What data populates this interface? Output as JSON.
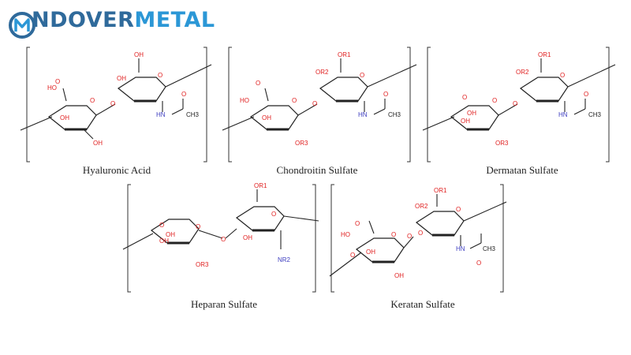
{
  "brand": {
    "logo_icon": "nm-monogram-circle-icon",
    "name_part1": "NDOVER",
    "name_part2": "METAL",
    "primary_color": "#2f6a9b",
    "accent_color": "#2b97d6"
  },
  "structures": [
    {
      "name": "Hyaluronic Acid"
    },
    {
      "name": "Chondroitin Sulfate"
    },
    {
      "name": "Dermatan Sulfate"
    },
    {
      "name": "Heparan Sulfate"
    },
    {
      "name": "Keratan Sulfate"
    }
  ],
  "atoms": {
    "oh": "OH",
    "ho": "HO",
    "o": "O",
    "or1": "OR1",
    "or2": "OR2",
    "or3": "OR3",
    "nr2": "NR2",
    "nh": "HN",
    "ch3": "CH3"
  },
  "colors": {
    "heteroatom": "#e02020",
    "nitrogen": "#4040c0",
    "bond": "#222222"
  }
}
